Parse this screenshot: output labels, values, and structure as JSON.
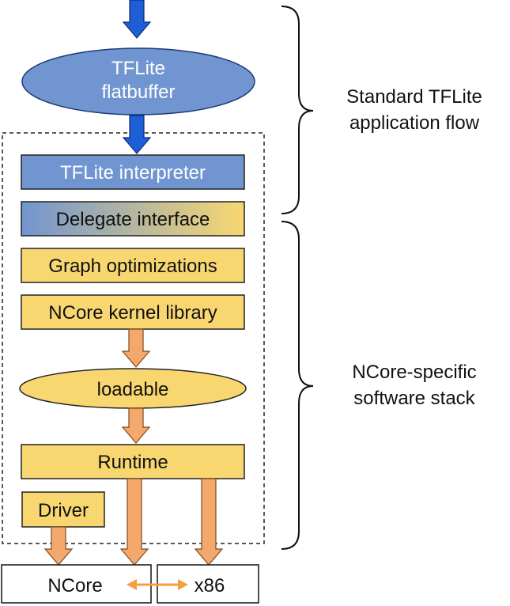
{
  "nodes": {
    "flatbuffer": {
      "line1": "TFLite",
      "line2": "flatbuffer",
      "fill": "#7195d0"
    },
    "interpreter": {
      "label": "TFLite  interpreter",
      "fill": "#7195d0"
    },
    "delegate": {
      "label": "Delegate interface",
      "fill_start": "#7195d0",
      "fill_end": "#f8d771"
    },
    "graph_opt": {
      "label": "Graph optimizations",
      "fill": "#f8d771"
    },
    "kernel_lib": {
      "label": "NCore kernel library",
      "fill": "#f8d771"
    },
    "loadable": {
      "label": "loadable",
      "fill": "#f8d771"
    },
    "runtime": {
      "label": "Runtime",
      "fill": "#f8d771"
    },
    "driver": {
      "label": "Driver",
      "fill": "#f8d771"
    },
    "ncore": {
      "label": "NCore"
    },
    "x86": {
      "label": "x86"
    }
  },
  "annotations": {
    "standard_flow": {
      "line1": "Standard TFLite",
      "line2": "application flow"
    },
    "ncore_stack": {
      "line1": "NCore-specific",
      "line2": "software stack"
    }
  },
  "colors": {
    "blue_arrow": "#1f5fd6",
    "orange_arrow": "#f5a86b",
    "arrow_outline": "#7a4a22",
    "bidirectional_arrow": "#f5a040"
  }
}
